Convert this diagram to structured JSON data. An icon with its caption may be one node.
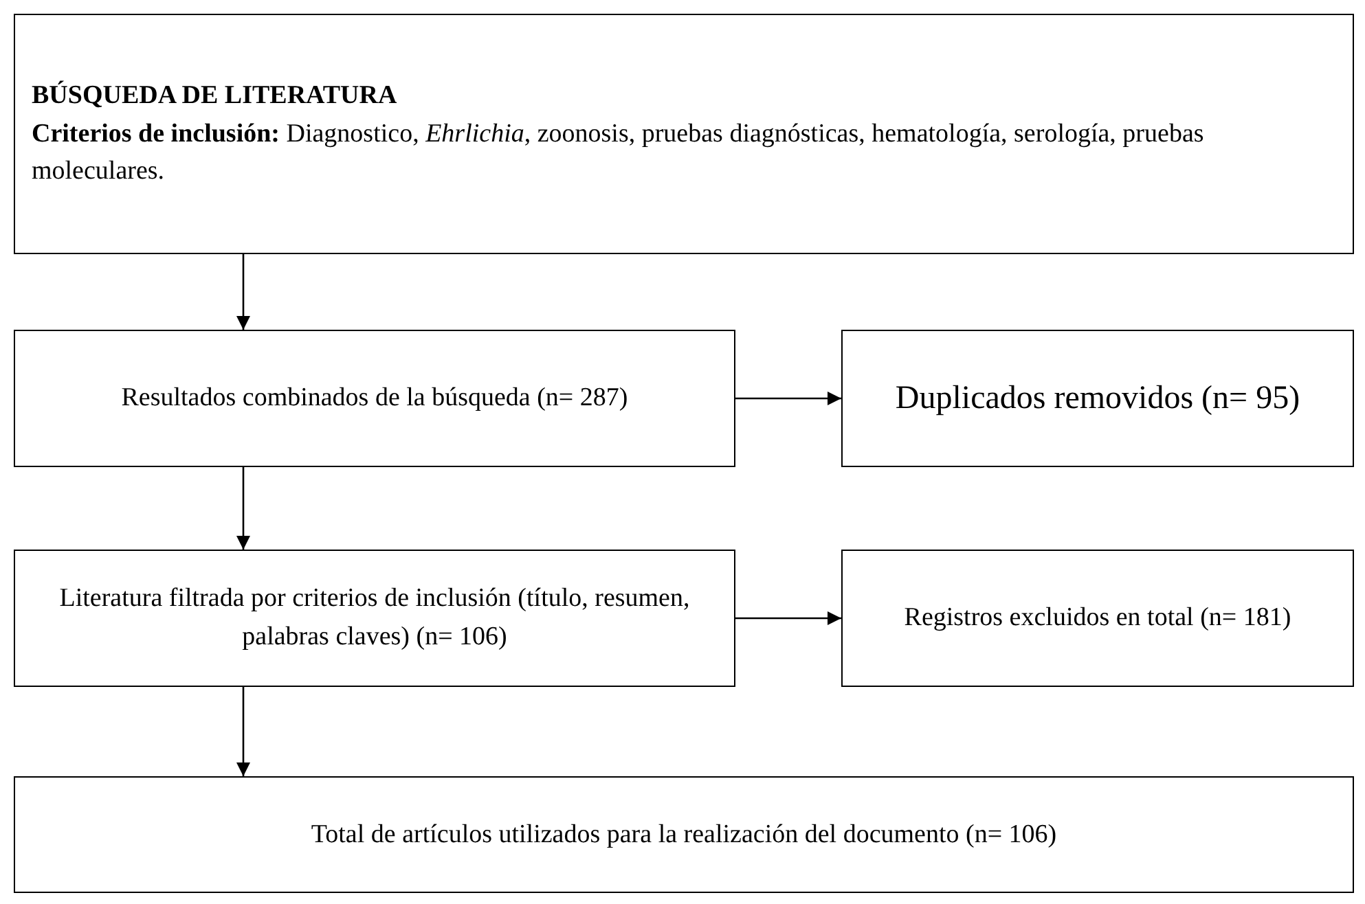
{
  "diagram": {
    "nodes": [
      {
        "text": [
          "BÚSQUEDA DE LITERATURA",
          "**Criterios de inclusión:** Diagnostico, *Ehrlichia*, zoonosis, pruebas diagnósticas, hematología, serología, pruebas moleculares."
        ]
      },
      {
        "text": [
          "Resultados combinados de la búsqueda (n= 287)"
        ]
      },
      {
        "text": [
          "Duplicados removidos (n= 95)"
        ]
      },
      {
        "text": [
          "Literatura filtrada por criterios de inclusión (título, resumen, palabras claves) (n= 106)"
        ]
      },
      {
        "text": [
          "Registros excluidos en total (n= 181)"
        ]
      },
      {
        "text": [
          "Total de artículos utilizados para la realización del documento (n= 106)"
        ]
      }
    ],
    "edges": [
      {
        "from": 0,
        "to": 1,
        "arrow": "to"
      },
      {
        "from": 1,
        "to": 2,
        "arrow": "to"
      },
      {
        "from": 1,
        "to": 3,
        "arrow": "to"
      },
      {
        "from": 3,
        "to": 4,
        "arrow": "to"
      },
      {
        "from": 3,
        "to": 5,
        "arrow": "to"
      }
    ]
  }
}
